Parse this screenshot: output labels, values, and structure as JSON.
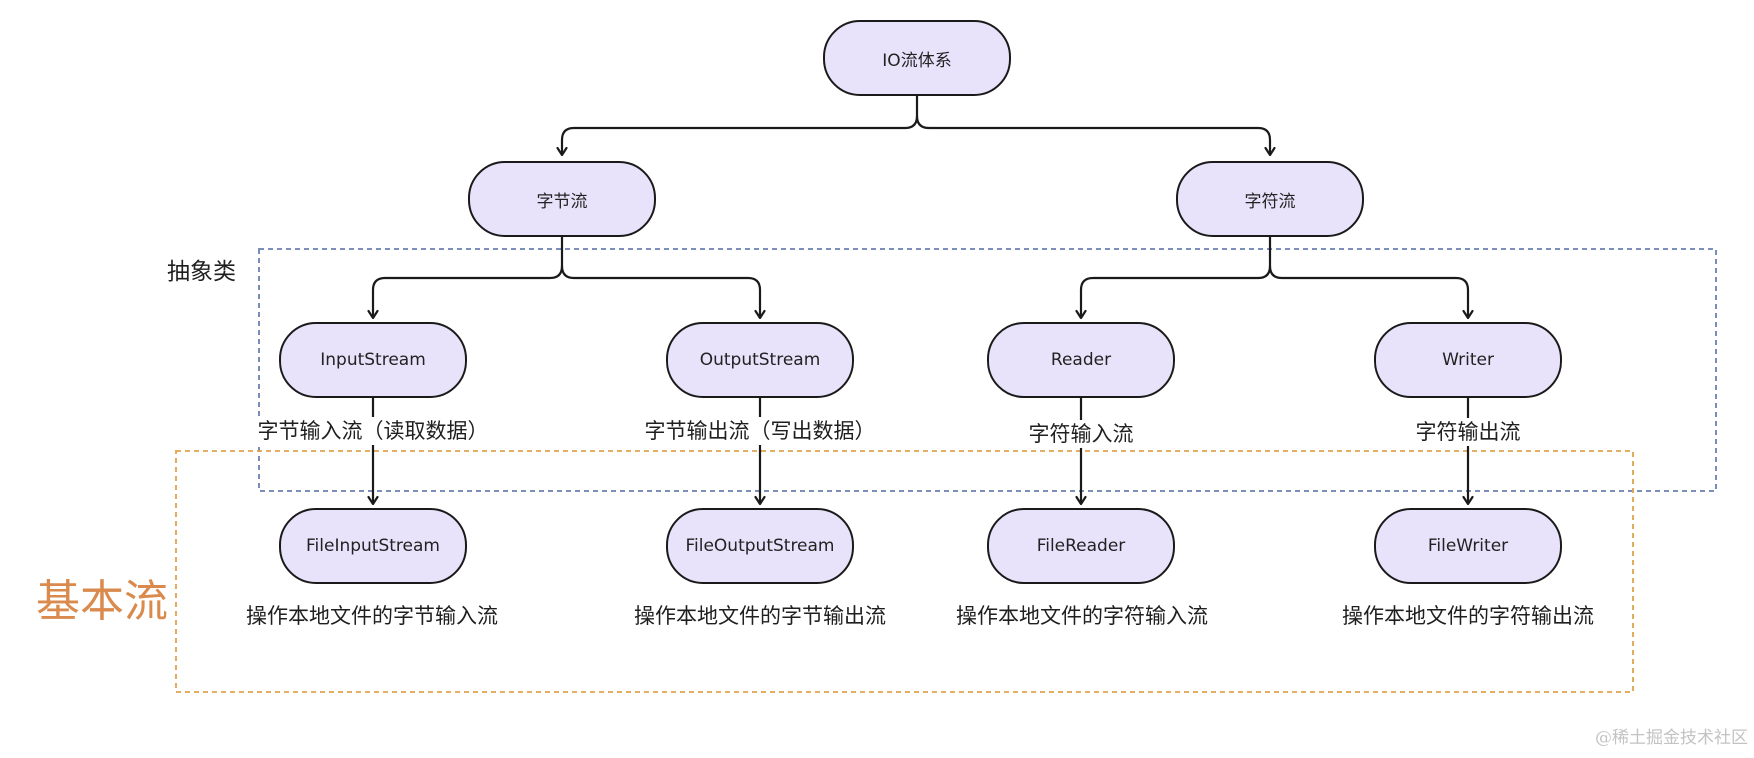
{
  "colors": {
    "node_fill": "#e8e3fb",
    "node_border": "#1a1a1a",
    "abstract_box": "#6a7fb0",
    "basic_box": "#e0a24e",
    "basic_label": "#d98a4c"
  },
  "groups": {
    "abstract_label": "抽象类",
    "basic_label": "基本流"
  },
  "nodes": {
    "root": "IO流体系",
    "byte": "字节流",
    "char": "字符流",
    "input_stream": "InputStream",
    "output_stream": "OutputStream",
    "reader": "Reader",
    "writer": "Writer",
    "file_input_stream": "FileInputStream",
    "file_output_stream": "FileOutputStream",
    "file_reader": "FileReader",
    "file_writer": "FileWriter"
  },
  "notes": {
    "input_stream": "字节输入流（读取数据）",
    "output_stream": "字节输出流（写出数据）",
    "reader": "字符输入流",
    "writer": "字符输出流",
    "file_input_stream": "操作本地文件的字节输入流",
    "file_output_stream": "操作本地文件的字节输出流",
    "file_reader": "操作本地文件的字符输入流",
    "file_writer": "操作本地文件的字符输出流"
  },
  "watermark": "@稀土掘金技术社区"
}
